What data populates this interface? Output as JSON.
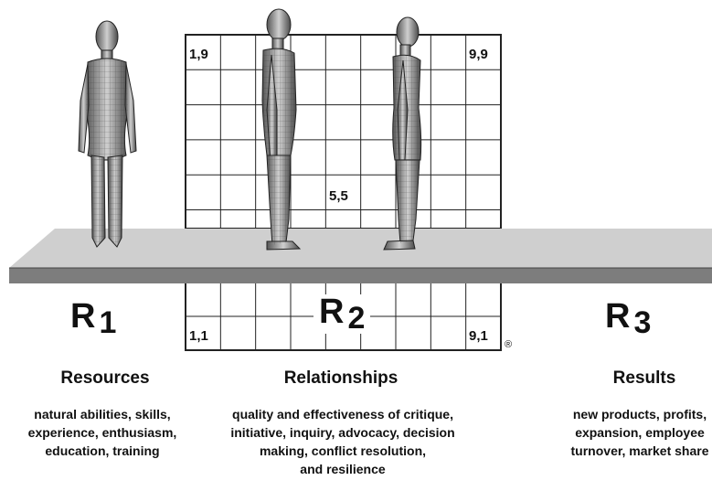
{
  "grid": {
    "labels": {
      "top_left": "1,9",
      "top_right": "9,9",
      "center": "5,5",
      "bottom_left": "1,1",
      "bottom_right": "9,1"
    },
    "registered_mark": "®"
  },
  "stages": [
    {
      "letter": "R",
      "number": "1",
      "title": "Resources",
      "desc_lines": [
        "natural abilities, skills,",
        "experience, enthusiasm,",
        "education, training"
      ]
    },
    {
      "letter": "R",
      "number": "2",
      "title": "Relationships",
      "desc_lines": [
        "quality and effectiveness of critique,",
        "initiative, inquiry, advocacy, decision",
        "making, conflict resolution,",
        "and resilience"
      ]
    },
    {
      "letter": "R",
      "number": "3",
      "title": "Results",
      "desc_lines": [
        "new products, profits,",
        "expansion, employee",
        "turnover, market share"
      ]
    }
  ],
  "figures": [
    "wireframe-woman-standing",
    "wireframe-man-profile",
    "wireframe-woman-profile"
  ]
}
